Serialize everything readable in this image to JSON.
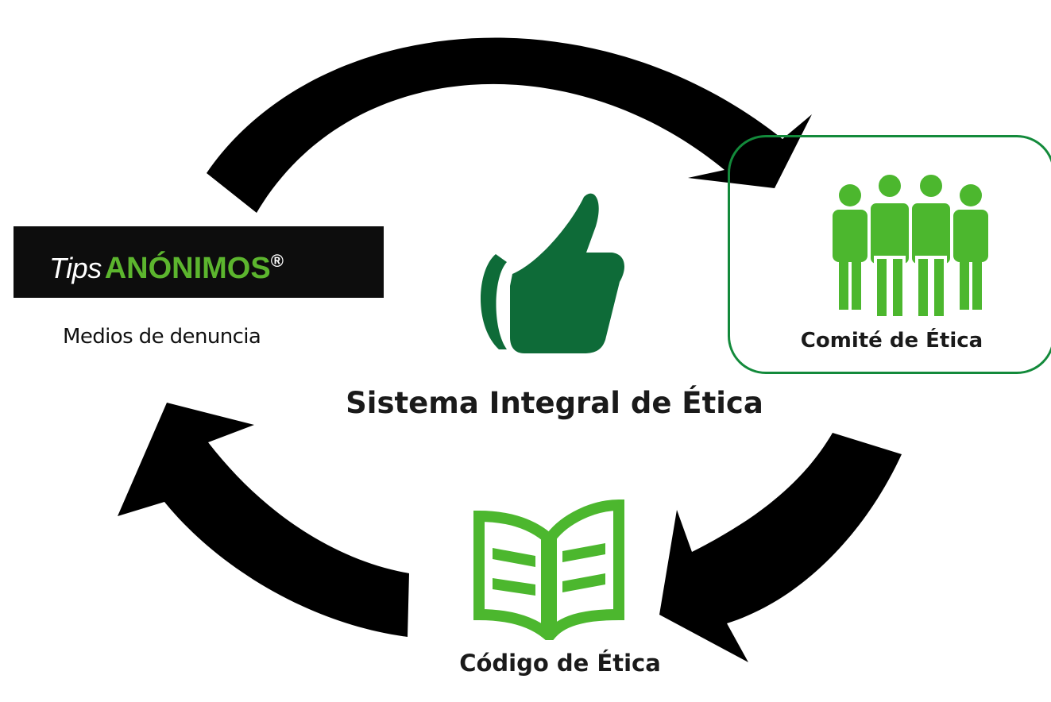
{
  "diagram": {
    "center": {
      "title": "Sistema Integral de Ética",
      "icon": "thumbs-up-icon"
    },
    "nodes": {
      "medios": {
        "logo": {
          "tips": "Tips",
          "anonimos": "ANÓNIMOS",
          "registered": "®"
        },
        "label": "Medios de denuncia"
      },
      "comite": {
        "label": "Comité de Ética",
        "icon": "people-group-icon"
      },
      "codigo": {
        "label": "Código de Ética",
        "icon": "open-book-icon"
      }
    },
    "colors": {
      "arrow": "#000000",
      "thumb_green": "#0e6b38",
      "icon_green": "#4cb72e",
      "logo_background": "#0d0d0d",
      "logo_green": "#5cb52e",
      "highlight_border": "#138a3b"
    }
  }
}
